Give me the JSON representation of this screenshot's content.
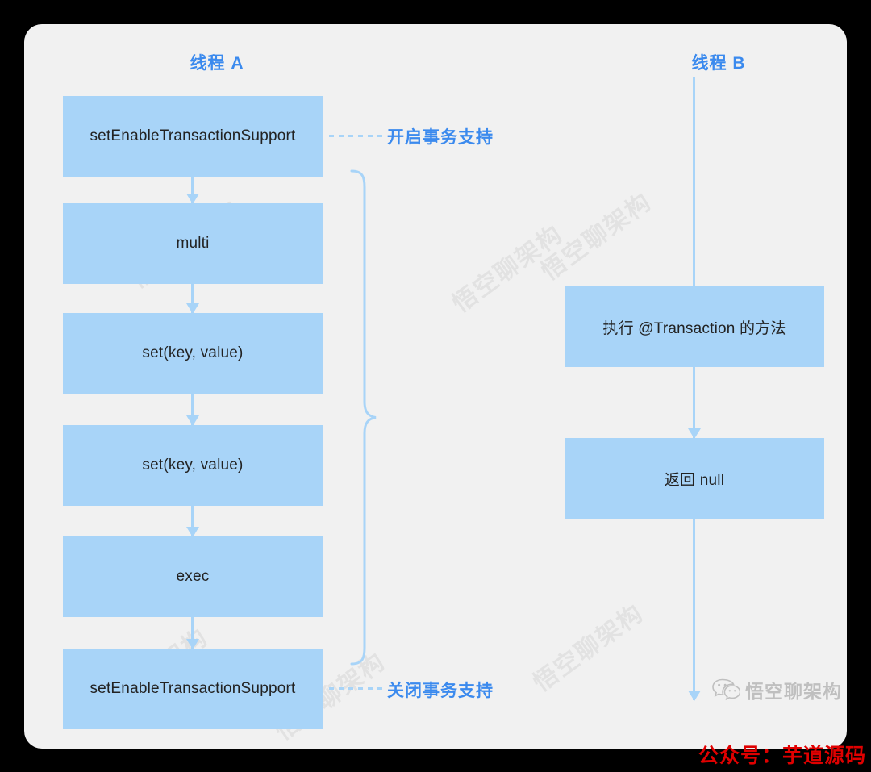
{
  "canvas": {
    "background": "#f1f1f1",
    "page_background": "#000000",
    "box_fill": "#a8d4f8",
    "accent": "#3b8aee",
    "promo_color": "#e00000"
  },
  "columns": {
    "thread_a_title": "线程 A",
    "thread_b_title": "线程 B"
  },
  "thread_a": {
    "steps": [
      {
        "label": "setEnableTransactionSupport"
      },
      {
        "label": "multi"
      },
      {
        "label": "set(key, value)"
      },
      {
        "label": "set(key, value)"
      },
      {
        "label": "exec"
      },
      {
        "label": "setEnableTransactionSupport"
      }
    ]
  },
  "thread_b": {
    "steps": [
      {
        "label": "执行 @Transaction 的方法"
      },
      {
        "label": "返回 null"
      }
    ]
  },
  "annotations": {
    "top": "开启事务支持",
    "bottom": "关闭事务支持"
  },
  "watermark": {
    "text": "悟空聊架构"
  },
  "badge": {
    "account_name": "悟空聊架构",
    "icon": "wechat-icon"
  },
  "promo": {
    "text": "公众号：芋道源码"
  }
}
